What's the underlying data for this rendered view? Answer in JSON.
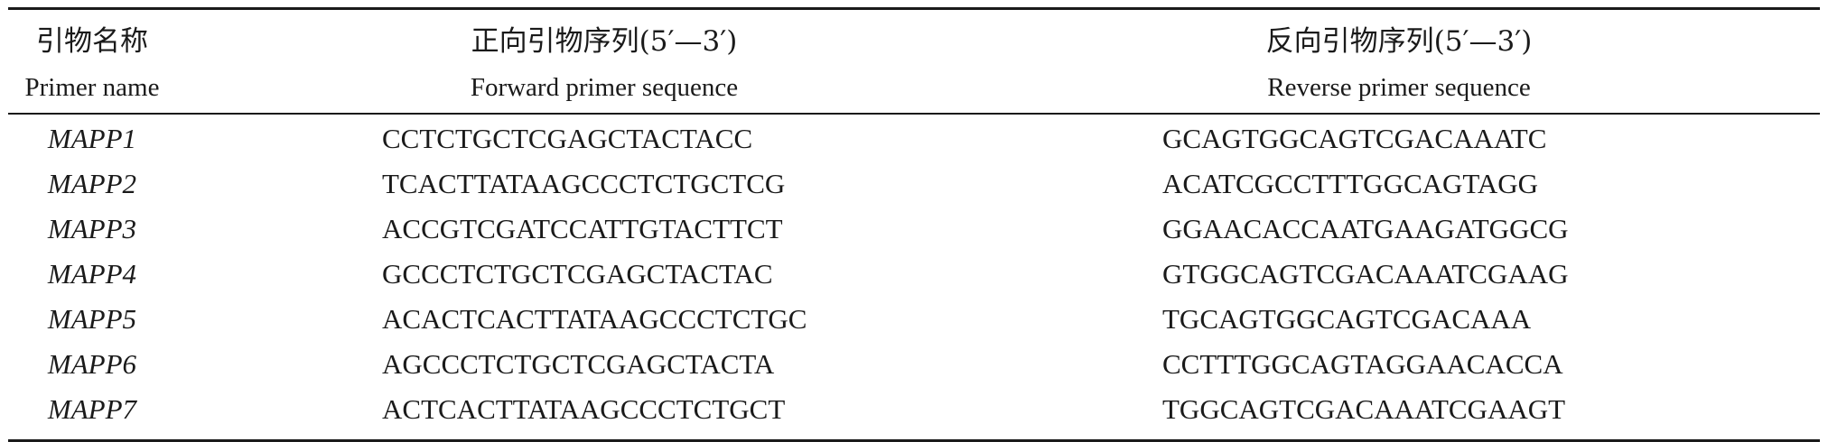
{
  "table": {
    "headers": {
      "name": {
        "zh": "引物名称",
        "en": "Primer name"
      },
      "forward": {
        "zh": "正向引物序列(5′—3′)",
        "en": "Forward primer sequence"
      },
      "reverse": {
        "zh": "反向引物序列(5′—3′)",
        "en": "Reverse primer sequence"
      }
    },
    "rows": [
      {
        "name": "MAPP1",
        "forward": "CCTCTGCTCGAGCTACTACC",
        "reverse": "GCAGTGGCAGTCGACAAATC"
      },
      {
        "name": "MAPP2",
        "forward": "TCACTTATAAGCCCTCTGCTCG",
        "reverse": "ACATCGCCTTTGGCAGTAGG"
      },
      {
        "name": "MAPP3",
        "forward": "ACCGTCGATCCATTGTACTTCT",
        "reverse": "GGAACACCAATGAAGATGGCG"
      },
      {
        "name": "MAPP4",
        "forward": "GCCCTCTGCTCGAGCTACTAC",
        "reverse": "GTGGCAGTCGACAAATCGAAG"
      },
      {
        "name": "MAPP5",
        "forward": "ACACTCACTTATAAGCCCTCTGC",
        "reverse": "TGCAGTGGCAGTCGACAAA"
      },
      {
        "name": "MAPP6",
        "forward": "AGCCCTCTGCTCGAGCTACTA",
        "reverse": "CCTTTGGCAGTAGGAACACCA"
      },
      {
        "name": "MAPP7",
        "forward": "ACTCACTTATAAGCCCTCTGCT",
        "reverse": "TGGCAGTCGACAAATCGAAGT"
      }
    ]
  }
}
